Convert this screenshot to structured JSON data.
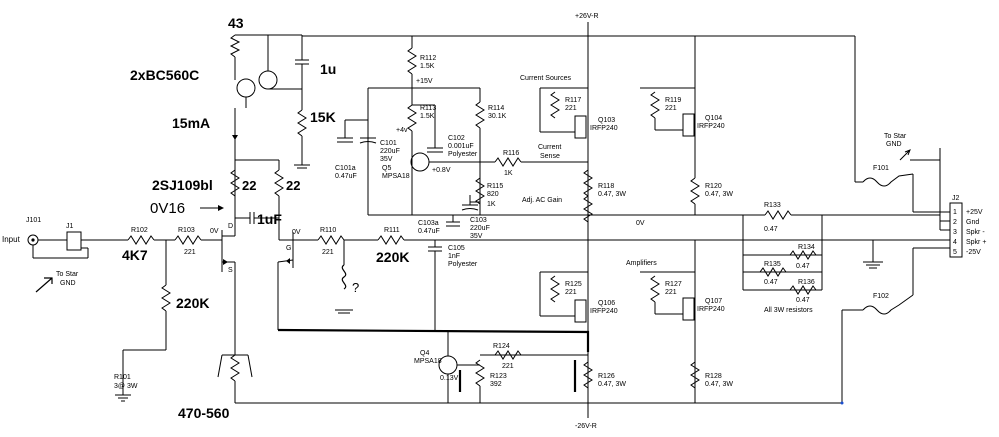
{
  "labels": {
    "input": "Input",
    "j101": "J101",
    "j1": "J1",
    "to_star_gnd_left_1": "To Star",
    "to_star_gnd_left_2": "GND",
    "r102": "R102",
    "r103": "R103",
    "r103_val": "221",
    "r101": "R101",
    "r101_val": "3@ 3W",
    "c_top": "1u",
    "r112": "R112",
    "r112_val": "1.5K",
    "v15": "+15V",
    "r113": "R113",
    "r113_val": "1.5K",
    "r114": "R114",
    "r114_val": "30.1K",
    "v4": "+4v",
    "c102": "C102",
    "c102_val": "0.001uF",
    "c102_type": "Polyester",
    "c101": "C101",
    "c101_val1": "220uF",
    "c101_val2": "35V",
    "c101a": "C101a",
    "c101a_val": "0.47uF",
    "q5": "Q5",
    "q5_type": "MPSA18",
    "v08": "+0.8V",
    "r116": "R116",
    "r116_val": "1K",
    "current_sense_1": "Current",
    "current_sense_2": "Sense",
    "r115": "R115",
    "r115_val": "820",
    "r115_val2": "1K",
    "adj_ac_gain": "Adj. AC Gain",
    "c103a": "C103a",
    "c103a_val": "0.47uF",
    "c103": "C103",
    "c103_val1": "220uF",
    "c103_val2": "35V",
    "zero_v": "0V",
    "r110": "R110",
    "r110_val": "221",
    "r111": "R111",
    "c105": "C105",
    "c105_val": "1nF",
    "c105_type": "Polyester",
    "small_0v_1": "0V",
    "small_0v_2": "0V",
    "d_label": "D",
    "s_label": "S",
    "g_label": "G",
    "v26_pos": "+26V-R",
    "v26_neg": "-26V-R",
    "current_sources": "Current Sources",
    "r117": "R117",
    "r117_val": "221",
    "q103": "Q103",
    "q103_type": "IRFP240",
    "r119": "R119",
    "r119_val": "221",
    "q104": "Q104",
    "q104_type": "IRFP240",
    "r118": "R118",
    "r118_val": "0.47, 3W",
    "r120": "R120",
    "r120_val": "0.47, 3W",
    "amplifiers": "Amplifiers",
    "r125": "R125",
    "r125_val": "221",
    "q106": "Q106",
    "q106_type": "IRFP240",
    "r127": "R127",
    "r127_val": "221",
    "q107": "Q107",
    "q107_type": "IRFP240",
    "q4": "Q4",
    "q4_type": "MPSA18",
    "r124": "R124",
    "r124_val": "221",
    "r123": "R123",
    "r123_val": "392",
    "v013": "0.13V",
    "r126": "R126",
    "r126_val": "0.47, 3W",
    "r128": "R128",
    "r128_val": "0.47, 3W",
    "r133": "R133",
    "r133_val": "0.47",
    "r134": "R134",
    "r134_val": "0.47",
    "r135": "R135",
    "r135_val": "0.47",
    "r136": "R136",
    "r136_val": "0.47",
    "all_3w": "All 3W resistors",
    "f101": "F101",
    "f102": "F102",
    "to_star_gnd_right_1": "To Star",
    "to_star_gnd_right_2": "GND",
    "j2": "J2",
    "j2_pins": [
      "1",
      "2",
      "3",
      "4",
      "5"
    ],
    "j2_names": [
      "+25V",
      "Gnd",
      "Spkr -",
      "Spkr +",
      "-25V"
    ]
  },
  "annotations": {
    "n43": "43",
    "bc560c": "2xBC560C",
    "c_1u": "1u",
    "r_15k": "15K",
    "i_15ma": "15mA",
    "sj109": "2SJ109bl",
    "r22a": "22",
    "r22b": "22",
    "ov16": "0V16",
    "c_1uf": "1uF",
    "r_4k7": "4K7",
    "r_220k_a": "220K",
    "r_220k_b": "220K",
    "r_470": "470-560",
    "question": "?"
  }
}
